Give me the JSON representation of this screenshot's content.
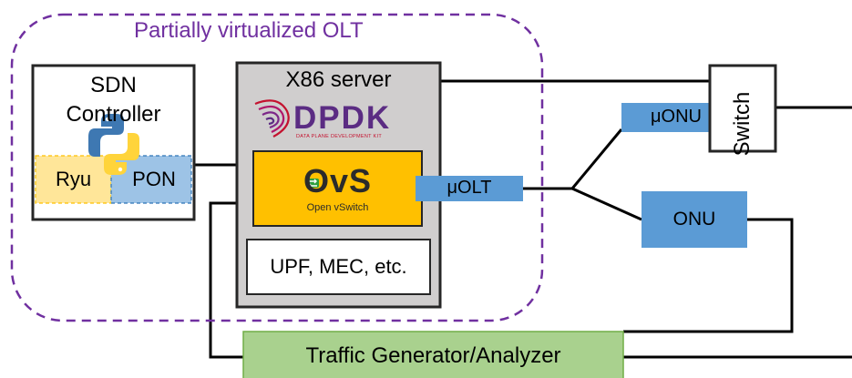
{
  "olt_group_label": "Partially virtualized OLT",
  "sdn": {
    "title_line1": "SDN",
    "title_line2": "Controller",
    "ryu_label": "Ryu",
    "pon_label": "PON",
    "python_logo": "python-logo"
  },
  "server": {
    "title": "X86 server",
    "dpdk": {
      "logo_text": "DPDK",
      "tagline": "DATA PLANE DEVELOPMENT KIT"
    },
    "ovs": {
      "logo_text": "OvS",
      "subtitle": "Open vSwitch"
    },
    "services_label": "UPF, MEC, etc."
  },
  "uolt_label": "μOLT",
  "uonu_label": "μONU",
  "onu_label": "ONU",
  "switch_label": "Switch",
  "traffic_label": "Traffic Generator/Analyzer",
  "colors": {
    "dashed_border": "#7030A0",
    "olt_label": "#7030A0",
    "ryu_fill": "#FFE699",
    "pon_fill": "#9DC3E6",
    "server_fill": "#D0CECE",
    "ovs_fill": "#FFC000",
    "node_fill": "#5B9BD5",
    "traffic_fill": "#A9D18E",
    "dpdk_purple": "#5B2C83",
    "dpdk_red": "#C4122F"
  }
}
